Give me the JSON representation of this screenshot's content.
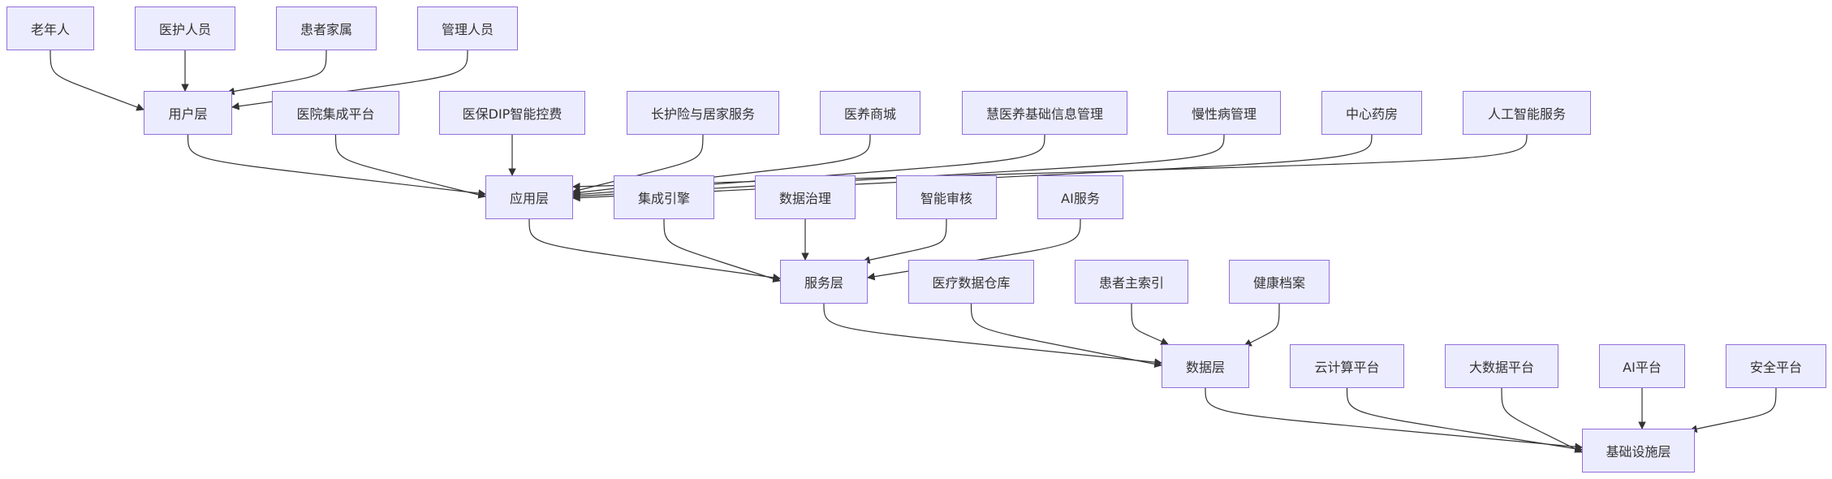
{
  "diagram": {
    "colors": {
      "node_fill": "#ECECFF",
      "node_stroke": "#9370DB",
      "edge": "#333333"
    },
    "nodes": [
      {
        "id": "elderly",
        "label": "老年人"
      },
      {
        "id": "medstaff",
        "label": "医护人员"
      },
      {
        "id": "family",
        "label": "患者家属"
      },
      {
        "id": "admin",
        "label": "管理人员"
      },
      {
        "id": "userlayer",
        "label": "用户层"
      },
      {
        "id": "hospplat",
        "label": "医院集成平台"
      },
      {
        "id": "dip",
        "label": "医保DIP智能控费"
      },
      {
        "id": "ltc",
        "label": "长护险与居家服务"
      },
      {
        "id": "mall",
        "label": "医养商城"
      },
      {
        "id": "baseinfo",
        "label": "慧医养基础信息管理"
      },
      {
        "id": "chronic",
        "label": "慢性病管理"
      },
      {
        "id": "pharmacy",
        "label": "中心药房"
      },
      {
        "id": "aisvc",
        "label": "人工智能服务"
      },
      {
        "id": "applayer",
        "label": "应用层"
      },
      {
        "id": "engine",
        "label": "集成引擎"
      },
      {
        "id": "governance",
        "label": "数据治理"
      },
      {
        "id": "audit",
        "label": "智能审核"
      },
      {
        "id": "aiservice",
        "label": "AI服务"
      },
      {
        "id": "svclayer",
        "label": "服务层"
      },
      {
        "id": "warehouse",
        "label": "医疗数据仓库"
      },
      {
        "id": "empi",
        "label": "患者主索引"
      },
      {
        "id": "ehr",
        "label": "健康档案"
      },
      {
        "id": "datalayer",
        "label": "数据层"
      },
      {
        "id": "cloud",
        "label": "云计算平台"
      },
      {
        "id": "bigdata",
        "label": "大数据平台"
      },
      {
        "id": "aiplat",
        "label": "AI平台"
      },
      {
        "id": "security",
        "label": "安全平台"
      },
      {
        "id": "infra",
        "label": "基础设施层"
      }
    ],
    "edges": [
      [
        "elderly",
        "userlayer"
      ],
      [
        "medstaff",
        "userlayer"
      ],
      [
        "family",
        "userlayer"
      ],
      [
        "admin",
        "userlayer"
      ],
      [
        "userlayer",
        "applayer"
      ],
      [
        "hospplat",
        "applayer"
      ],
      [
        "dip",
        "applayer"
      ],
      [
        "ltc",
        "applayer"
      ],
      [
        "mall",
        "applayer"
      ],
      [
        "baseinfo",
        "applayer"
      ],
      [
        "chronic",
        "applayer"
      ],
      [
        "pharmacy",
        "applayer"
      ],
      [
        "aisvc",
        "applayer"
      ],
      [
        "applayer",
        "svclayer"
      ],
      [
        "engine",
        "svclayer"
      ],
      [
        "governance",
        "svclayer"
      ],
      [
        "audit",
        "svclayer"
      ],
      [
        "aiservice",
        "svclayer"
      ],
      [
        "svclayer",
        "datalayer"
      ],
      [
        "warehouse",
        "datalayer"
      ],
      [
        "empi",
        "datalayer"
      ],
      [
        "ehr",
        "datalayer"
      ],
      [
        "datalayer",
        "infra"
      ],
      [
        "cloud",
        "infra"
      ],
      [
        "bigdata",
        "infra"
      ],
      [
        "aiplat",
        "infra"
      ],
      [
        "security",
        "infra"
      ]
    ]
  }
}
